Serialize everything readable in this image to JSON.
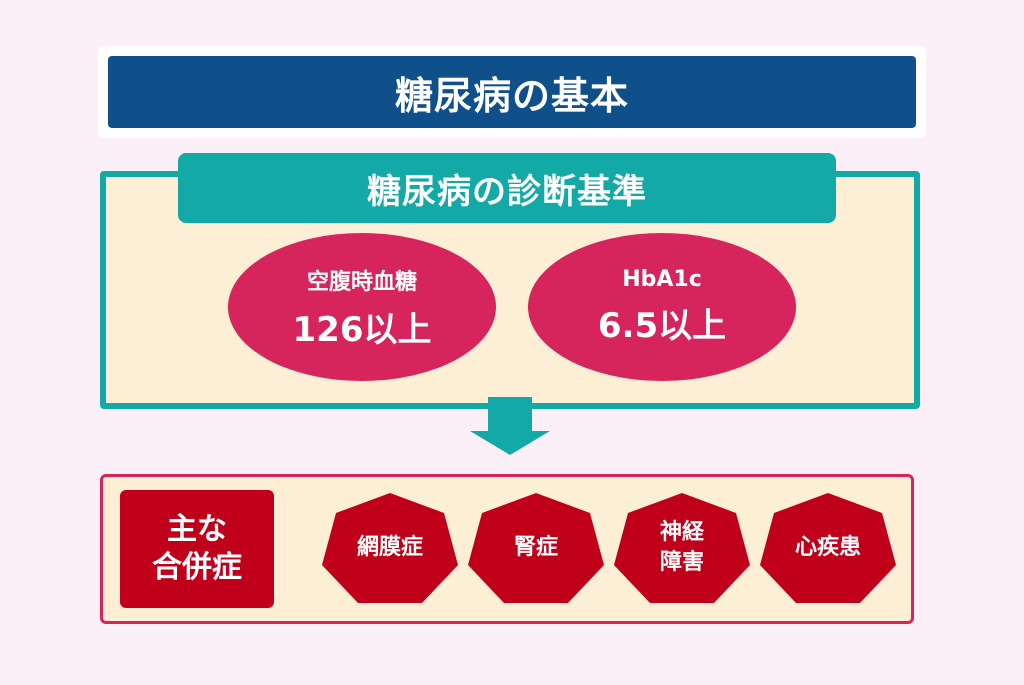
{
  "title": "糖尿病の基本",
  "criteria": {
    "title": "糖尿病の診断基準",
    "items": [
      {
        "label": "空腹時血糖",
        "value": "126以上"
      },
      {
        "label": "HbA1c",
        "value": "6.5以上"
      }
    ]
  },
  "complications": {
    "label_line1": "主な",
    "label_line2": "合併症",
    "items": [
      {
        "line1": "網膜症",
        "line2": ""
      },
      {
        "line1": "腎症",
        "line2": ""
      },
      {
        "line1": "神経",
        "line2": "障害"
      },
      {
        "line1": "心疾患",
        "line2": ""
      }
    ]
  },
  "colors": {
    "navy": "#0f4f8a",
    "teal": "#13a9a6",
    "pink": "#d6245c",
    "red": "#c0001a",
    "cream": "#fdefd6",
    "background": "#fcf0f8"
  }
}
